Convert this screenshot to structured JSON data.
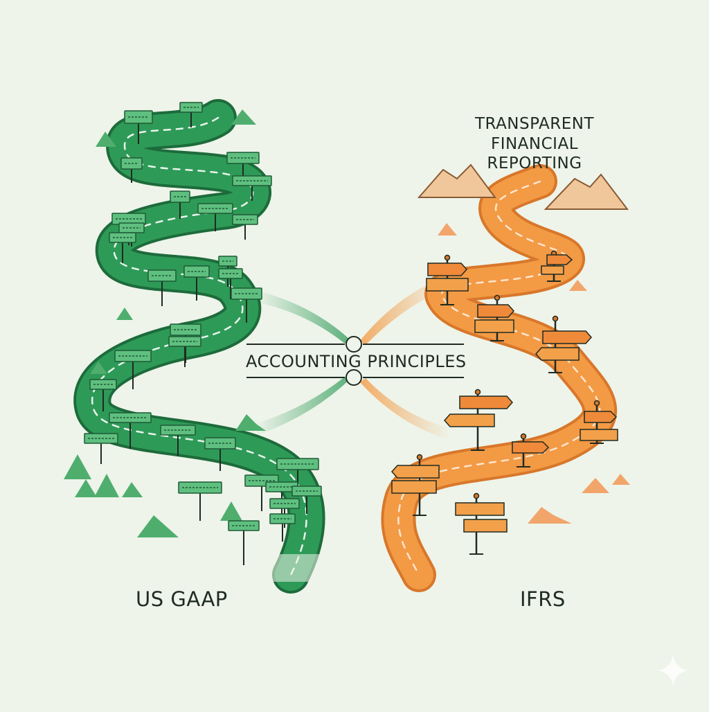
{
  "labels": {
    "left_framework": "US GAAP",
    "right_framework": "IFRS",
    "center": "ACCOUNTING PRINCIPLES",
    "goal": [
      "TRANSPARENT",
      "FINANCIAL",
      "REPORTING"
    ]
  },
  "colors": {
    "background": "#eef4ea",
    "gaap_road": "#2e9a57",
    "gaap_road_edge": "#1d6b3b",
    "gaap_sign": "#5fbf7f",
    "gaap_mountain": "#4fae6e",
    "ifrs_road": "#f39a45",
    "ifrs_road_edge": "#d8772a",
    "ifrs_sign": "#f2a04a",
    "ifrs_mountain": "#f0c79a",
    "ink": "#1f2a22"
  }
}
